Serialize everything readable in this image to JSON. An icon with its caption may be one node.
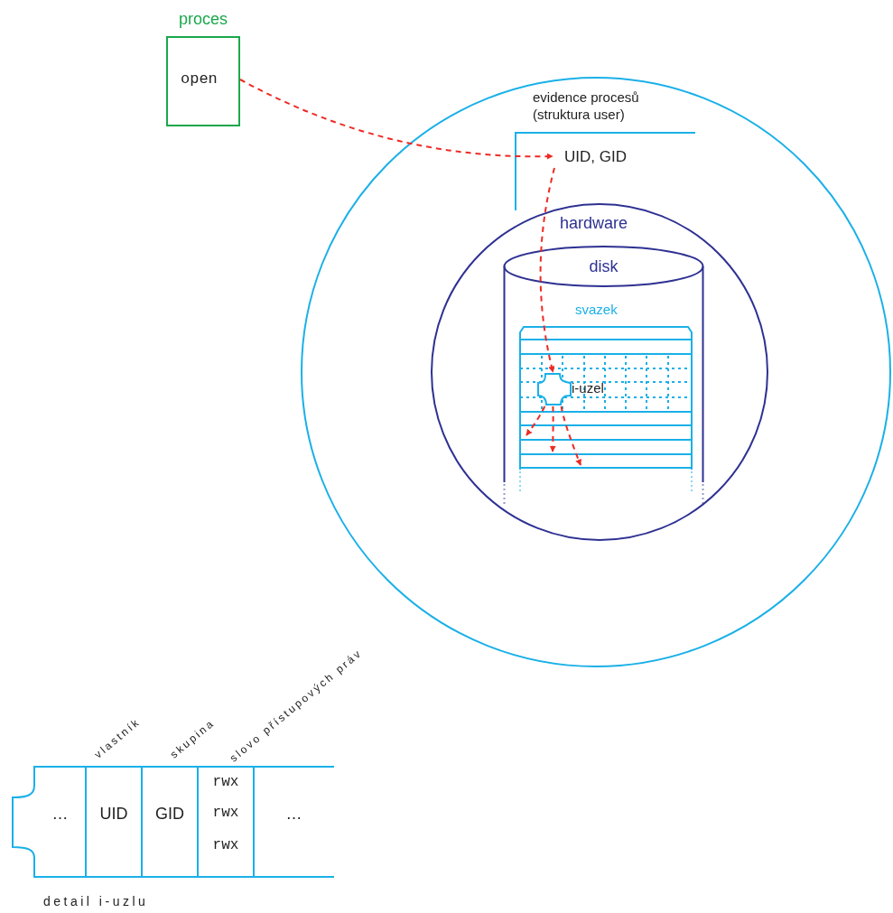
{
  "diagram": {
    "nodes": [
      {
        "text": [
          "proces",
          "open"
        ]
      },
      {
        "text": [],
        "shape": "circle"
      },
      {
        "text": [
          "evidence procesů (struktura user)"
        ],
        "in": 1
      },
      {
        "text": [
          "UID, GID"
        ],
        "in": 2
      },
      {
        "text": [
          "hardware"
        ],
        "in": 1
      },
      {
        "text": [
          "disk"
        ],
        "in": 4
      },
      {
        "text": [
          "svazek"
        ],
        "in": 5
      },
      {
        "text": [
          "i-uzel"
        ],
        "in": 6
      },
      {
        "text": [
          "…",
          "UID",
          "GID",
          "rwx",
          "rwx",
          "rwx",
          "…"
        ],
        "beside": [
          "detail i-uzlu"
        ]
      }
    ],
    "edges": [
      {
        "from": 0,
        "to": 3,
        "arrow": "to",
        "style": "dashed"
      },
      {
        "from": 3,
        "to": 7,
        "arrow": "to",
        "style": "dashed"
      },
      {
        "from": 7,
        "to": null,
        "arrow": "to",
        "style": "dashed"
      },
      {
        "from": 7,
        "to": null,
        "arrow": "to",
        "style": "dashed"
      },
      {
        "from": 7,
        "to": null,
        "arrow": "to",
        "style": "dashed"
      }
    ],
    "labels": [
      "vlastník",
      "skupina",
      "slovo přístupových práv"
    ]
  }
}
